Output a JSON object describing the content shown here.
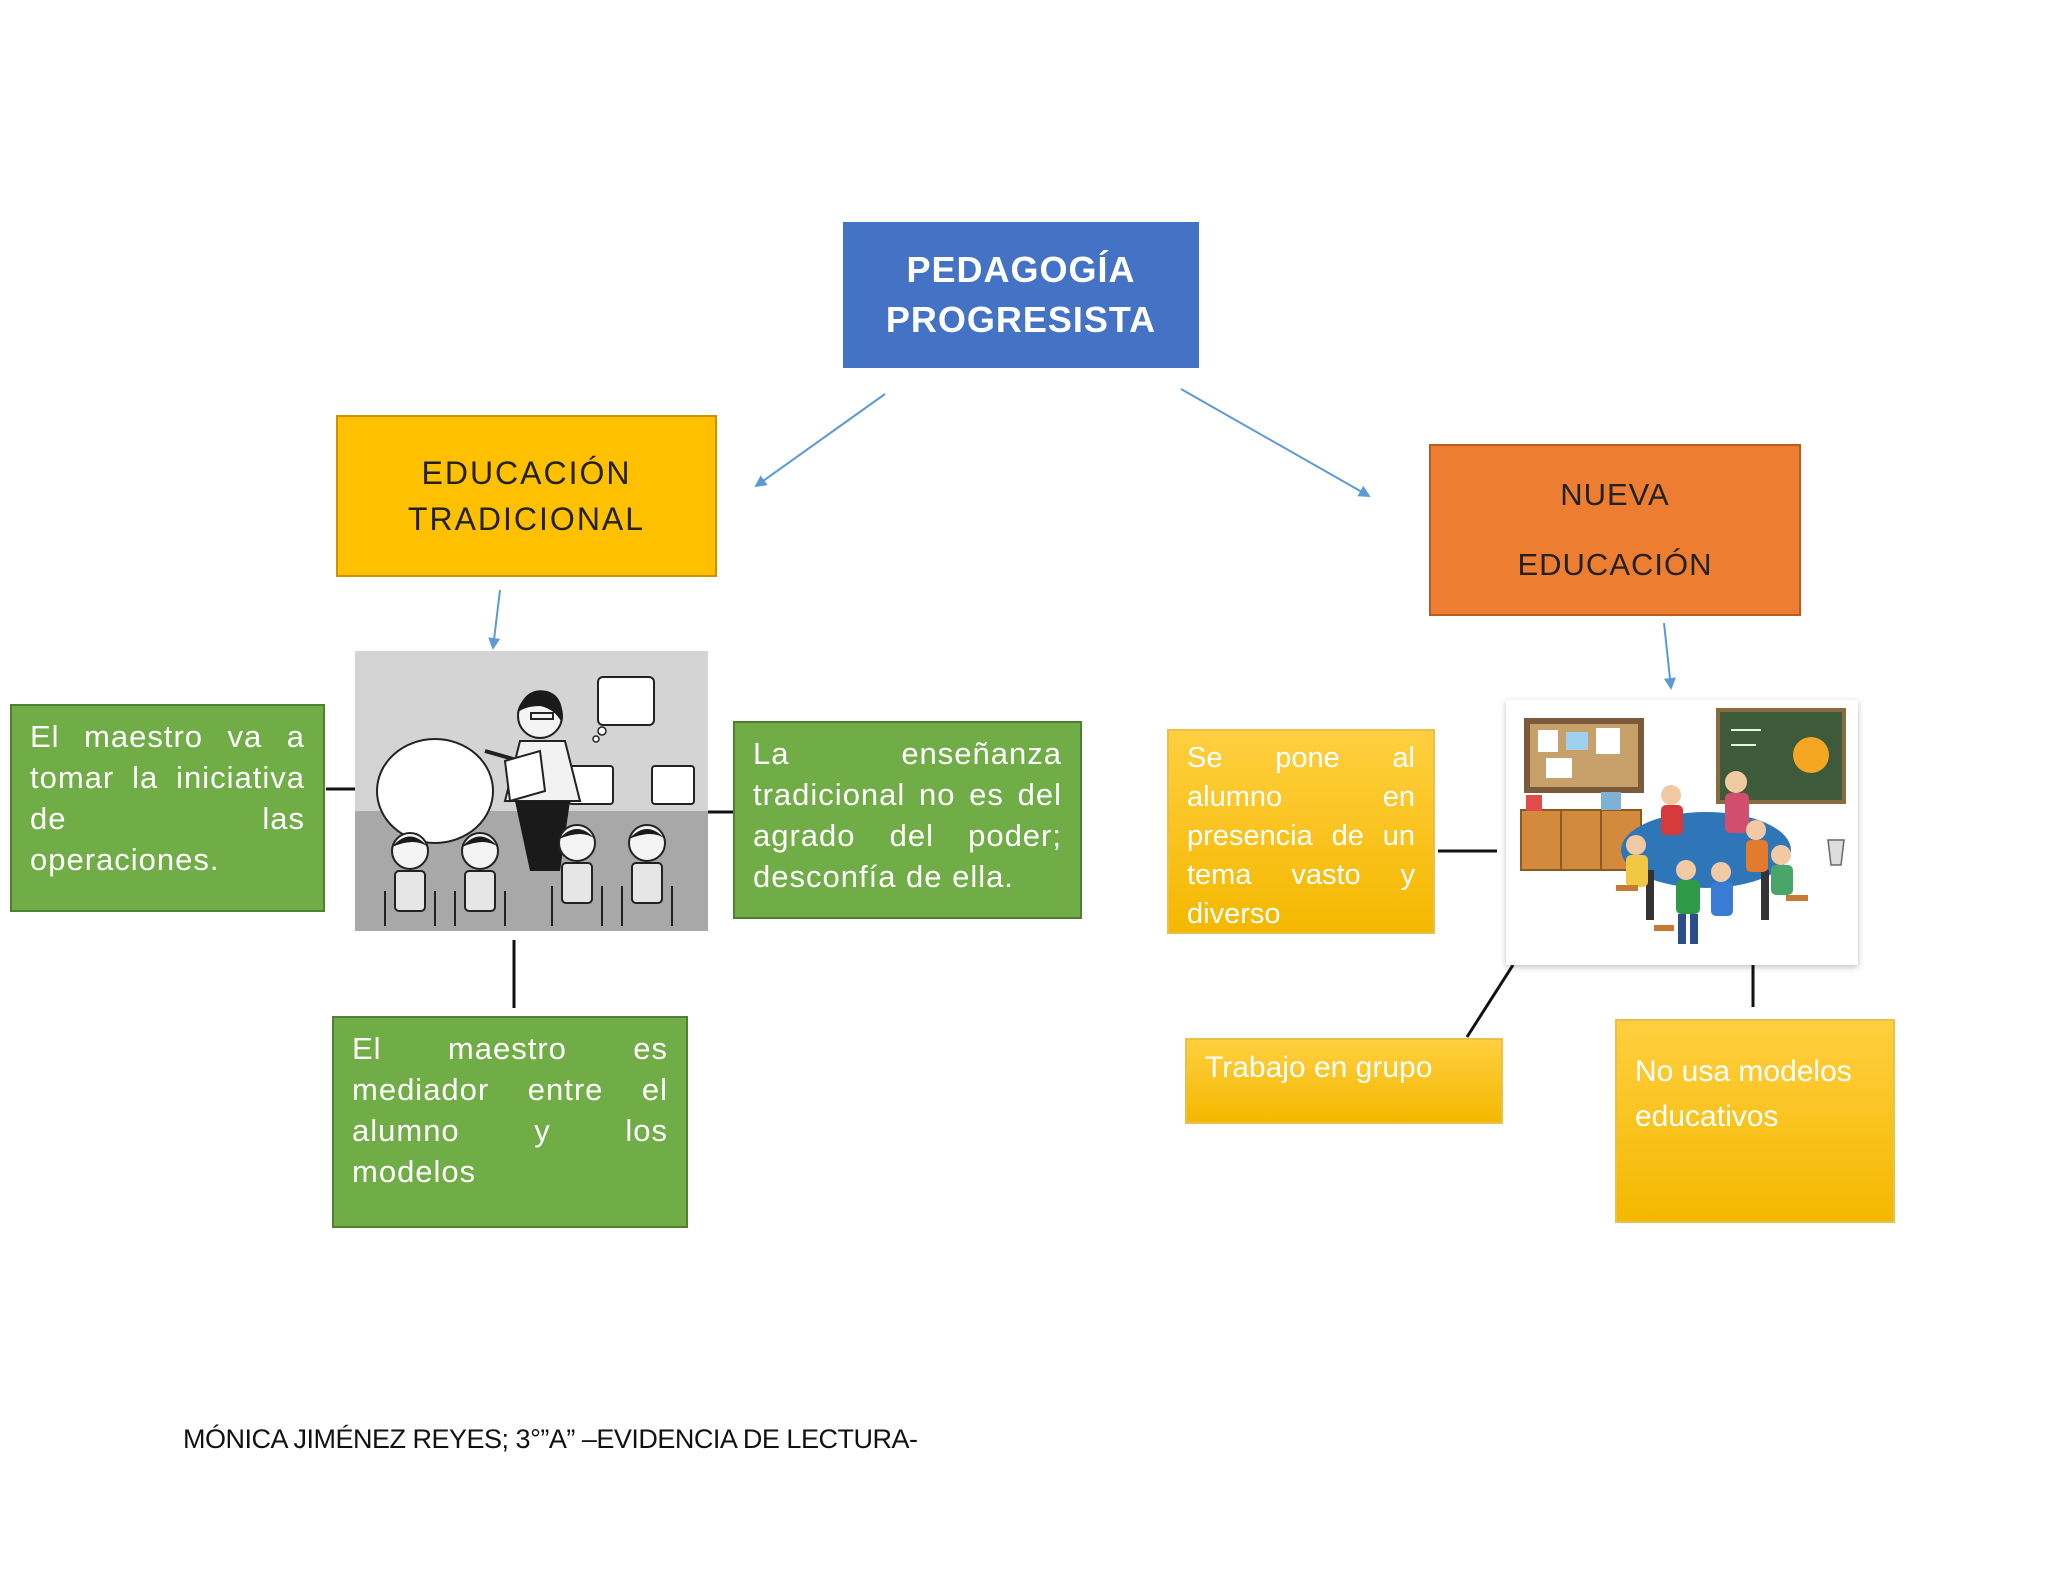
{
  "title": {
    "line1": "PEDAGOGÍA",
    "line2": "PROGRESISTA"
  },
  "left_branch": {
    "line1": "EDUCACIÓN",
    "line2": "TRADICIONAL",
    "notes": [
      "El maestro va a tomar la iniciativa de las operaciones.",
      "La enseñanza tradicional no es del agrado del poder; desconfía de ella.",
      "El maestro es mediador entre el alumno y los modelos"
    ]
  },
  "right_branch": {
    "line1": "NUEVA",
    "line2": "EDUCACIÓN",
    "notes": [
      "Se pone al alumno en presencia de un tema vasto y diverso",
      "Trabajo en grupo",
      "No usa modelos educativos"
    ]
  },
  "footer": "MÓNICA JIMÉNEZ REYES; 3°”A” –EVIDENCIA DE LECTURA-",
  "colors": {
    "title": "#4472c4",
    "traditional": "#ffc000",
    "new": "#ed7d31",
    "notes_left": "#70ad47",
    "notes_right": "#ffc000",
    "arrows": "#5b9bd5"
  }
}
